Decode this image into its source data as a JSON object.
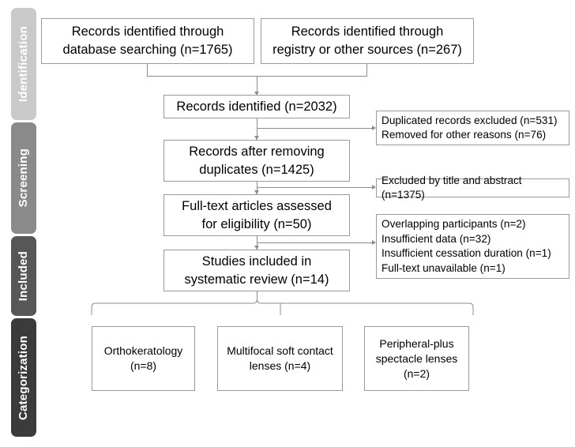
{
  "diagram": {
    "title": "PRISMA study selection flow diagram",
    "line_color": "#8c8c8c",
    "box_border_color": "#9a9a9a"
  },
  "stages": [
    {
      "label": "Identification",
      "color": "#c9c9c9"
    },
    {
      "label": "Screening",
      "color": "#8a8a8a"
    },
    {
      "label": "Included",
      "color": "#575757"
    },
    {
      "label": "Categorization",
      "color": "#3b3b3b"
    }
  ],
  "flow": {
    "identification_database": "Records identified through\ndatabase searching (n=1765)",
    "identification_registry": "Records identified through\nregistry or other sources (n=267)",
    "records_identified": "Records identified (n=2032)",
    "records_after_duplicates": "Records after removing\nduplicates (n=1425)",
    "fulltext_assessed": "Full-text articles assessed\nfor eligibility (n=50)",
    "studies_included": "Studies included in\nsystematic review (n=14)"
  },
  "exclusions": [
    {
      "name": "duplicates-excluded",
      "text": "Duplicated records excluded (n=531)\nRemoved for other reasons (n=76)"
    },
    {
      "name": "title-abstract-excluded",
      "text": "Excluded by title and abstract (n=1375)"
    },
    {
      "name": "fulltext-excluded",
      "text": "Overlapping participants (n=2)\nInsufficient data (n=32)\nInsufficient cessation duration (n=1)\nFull-text unavailable (n=1)"
    }
  ],
  "categories": [
    {
      "name": "orthokeratology",
      "text": "Orthokeratology\n(n=8)"
    },
    {
      "name": "multifocal-soft-contact-lenses",
      "text": "Multifocal soft contact\nlenses (n=4)"
    },
    {
      "name": "peripheral-plus-spectacle-lenses",
      "text": "Peripheral-plus\nspectacle lenses\n(n=2)"
    }
  ]
}
